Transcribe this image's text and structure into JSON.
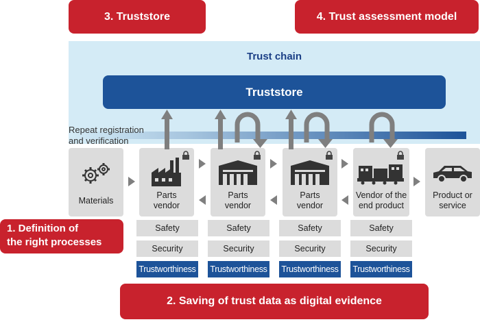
{
  "labels": {
    "truststore_red": "3. Truststore",
    "trust_model": "4. Trust assessment model",
    "trust_chain": "Trust chain",
    "truststore_bar": "Truststore",
    "repeat_line1": "Repeat registration",
    "repeat_line2": "and verification",
    "definition_line1": "1. Definition of",
    "definition_line2": "the right processes",
    "saving": "2. Saving of trust data as digital evidence"
  },
  "nodes": [
    {
      "icon": "gears-icon",
      "line1": "Materials",
      "line2": ""
    },
    {
      "icon": "factory-icon",
      "line1": "Parts",
      "line2": "vendor"
    },
    {
      "icon": "warehouse-icon",
      "line1": "Parts",
      "line2": "vendor"
    },
    {
      "icon": "warehouse-icon",
      "line1": "Parts",
      "line2": "vendor"
    },
    {
      "icon": "production-line-icon",
      "line1": "Vendor of the",
      "line2": "end product"
    },
    {
      "icon": "car-icon",
      "line1": "Product or",
      "line2": "service"
    }
  ],
  "attributes": [
    {
      "safety": "Safety",
      "security": "Security",
      "trustworthiness": "Trustworthiness"
    },
    {
      "safety": "Safety",
      "security": "Security",
      "trustworthiness": "Trustworthiness"
    },
    {
      "safety": "Safety",
      "security": "Security",
      "trustworthiness": "Trustworthiness"
    },
    {
      "safety": "Safety",
      "security": "Security",
      "trustworthiness": "Trustworthiness"
    }
  ],
  "colors": {
    "red": "#c8222d",
    "blue": "#1d5399",
    "light_blue": "#d4ebf6",
    "gray": "#dcdcdc",
    "arrow": "#7f7f7f"
  }
}
